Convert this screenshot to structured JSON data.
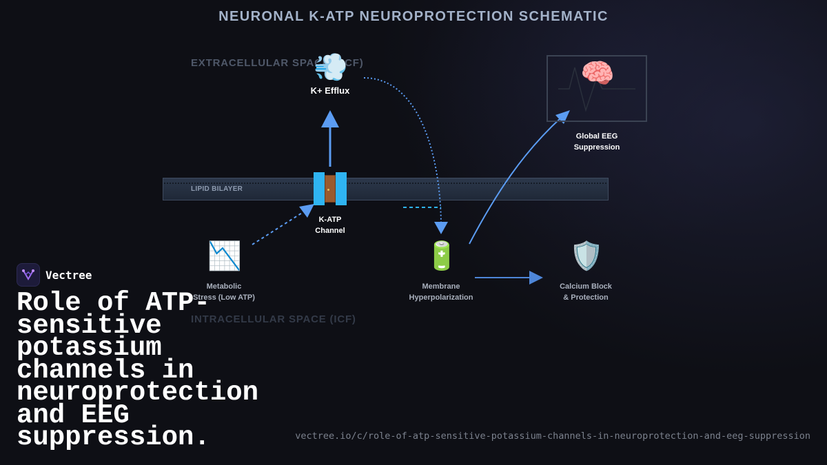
{
  "title": "NEURONAL K-ATP NEUROPROTECTION SCHEMATIC",
  "regions": {
    "ecf": "EXTRACELLULAR SPACE (ECF)",
    "icf": "INTRACELLULAR SPACE (ICF)",
    "membrane": "LIPID BILAYER"
  },
  "nodes": {
    "efflux": {
      "label": "K+ Efflux",
      "icon": "💨",
      "icon_name": "dash-wind-icon"
    },
    "channel": {
      "line1": "K-ATP",
      "line2": "Channel",
      "icon_name": "door-icon"
    },
    "stress": {
      "line1": "Metabolic",
      "line2": "Stress (Low ATP)",
      "icon": "📉",
      "icon_name": "chart-decreasing-icon"
    },
    "hyperpol": {
      "line1": "Membrane",
      "line2": "Hyperpolarization",
      "icon": "🔋",
      "icon_name": "battery-icon"
    },
    "calcium": {
      "line1": "Calcium Block",
      "line2": "& Protection",
      "icon": "🛡️",
      "icon_name": "shield-icon"
    },
    "eeg": {
      "line1": "Global EEG",
      "line2": "Suppression",
      "icon": "🧠",
      "icon_name": "brain-icon"
    }
  },
  "colors": {
    "accent": "#5b9cf2",
    "channel": "#2fb4f2",
    "membrane": "#2a3446"
  },
  "brand": {
    "name": "Vectree",
    "icon_name": "vectree-logo-icon"
  },
  "headline": "Role of ATP-sensitive potassium channels in neuroprotection and EEG suppression.",
  "url": "vectree.io/c/role-of-atp-sensitive-potassium-channels-in-neuroprotection-and-eeg-suppression"
}
